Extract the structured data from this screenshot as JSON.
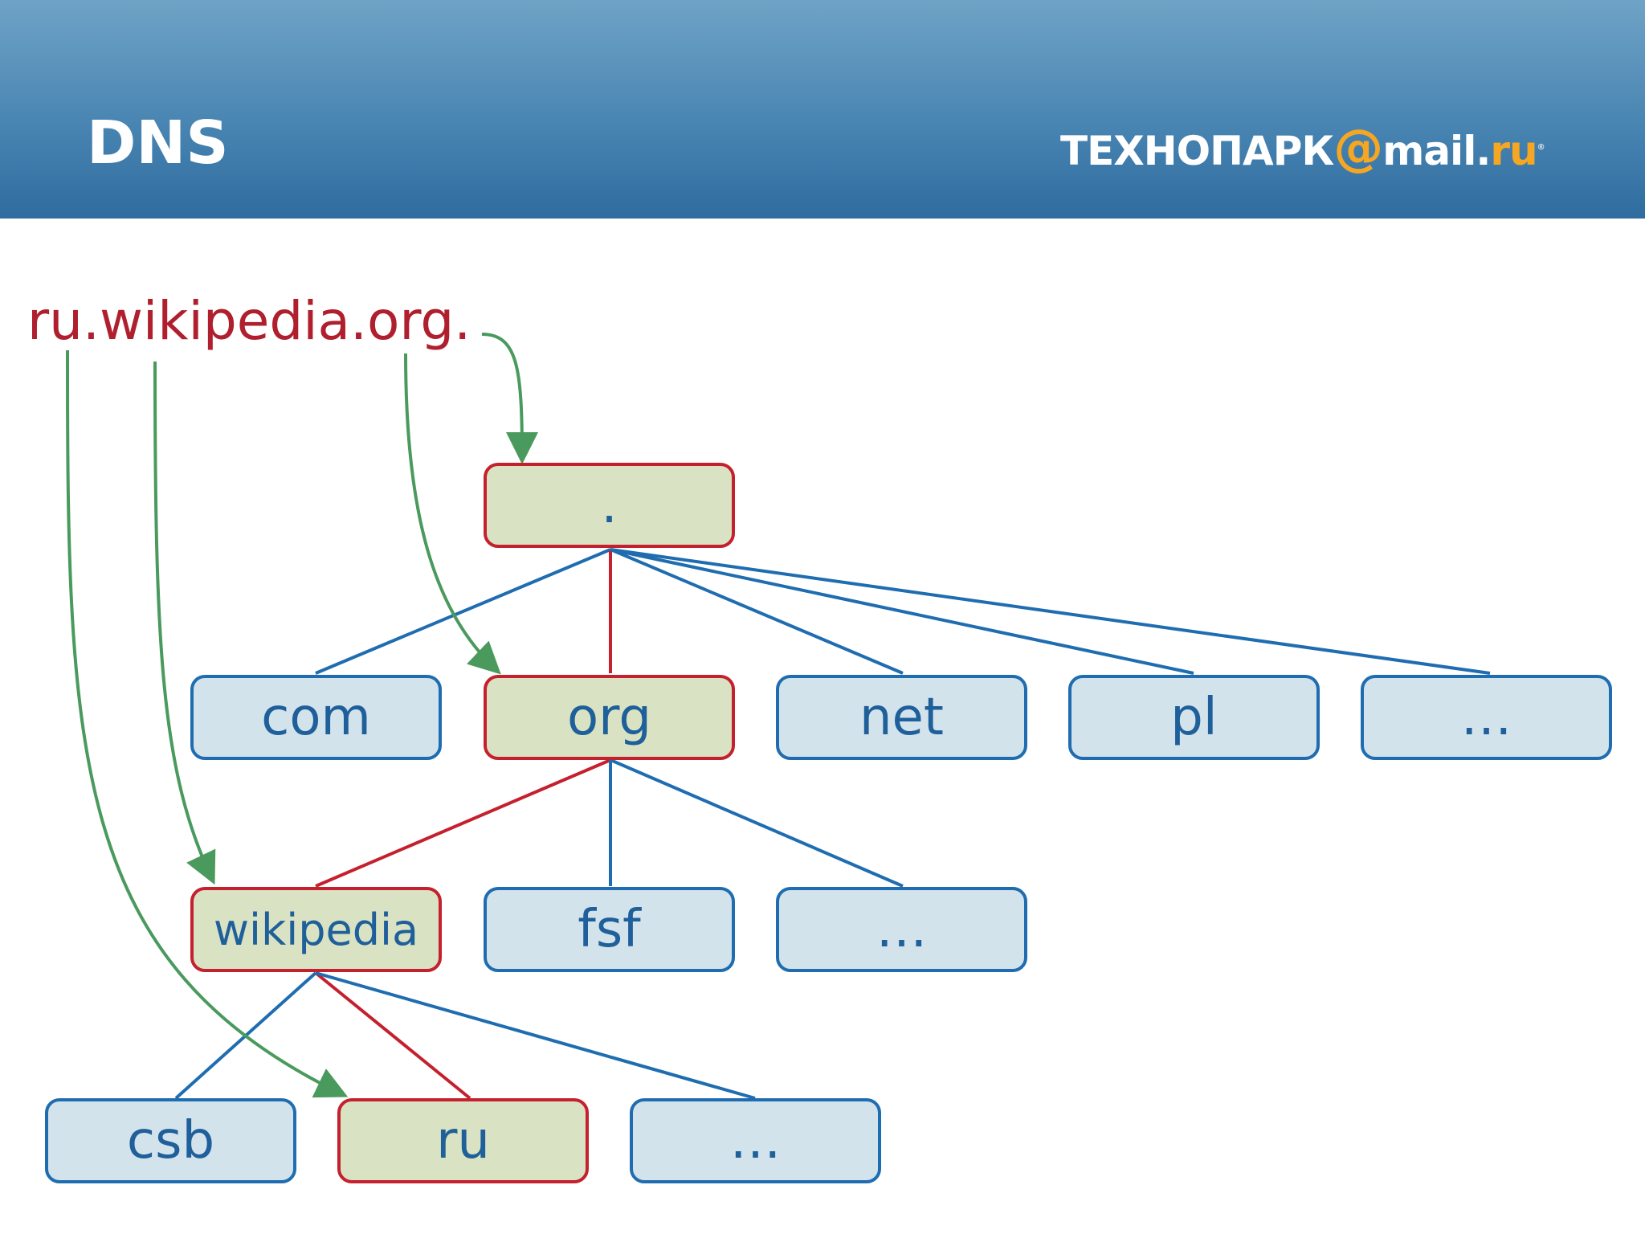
{
  "slide": {
    "title": "DNS"
  },
  "logo": {
    "part1": "ТЕХНОПАРК",
    "at": "@",
    "part2": "mail.",
    "part3": "ru",
    "reg": "®"
  },
  "query": {
    "domain": "ru.wikipedia.org."
  },
  "tree": {
    "root": ".",
    "level1": [
      "com",
      "org",
      "net",
      "pl",
      "…"
    ],
    "level2": [
      "wikipedia",
      "fsf",
      "…"
    ],
    "level3": [
      "csb",
      "ru",
      "…"
    ],
    "resolution_path": [
      ".",
      "org",
      "wikipedia",
      "ru"
    ]
  },
  "colors": {
    "header": "#4a86b3",
    "path_border": "#c4202e",
    "path_fill": "#d9e3c3",
    "node_border": "#1f6db0",
    "node_fill": "#d3e3ec",
    "arrow": "#4a9a5e",
    "domain_text": "#b01f2e",
    "logo_accent": "#f5a623"
  }
}
